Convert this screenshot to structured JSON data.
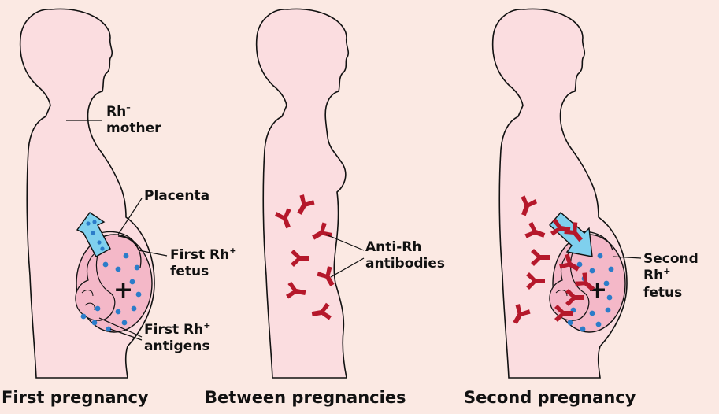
{
  "colors": {
    "background": "#fbe9e3",
    "body_fill": "#fbdde0",
    "uterus_fill": "#f4b8c8",
    "antigen_dot": "#2b7cc9",
    "antibody": "#b5182b",
    "arrow_fill": "#7fd0ee",
    "outline": "#111111"
  },
  "panels": [
    {
      "caption": "First pregnancy",
      "labels": {
        "mother_line1": "Rh",
        "mother_sup1": "–",
        "mother_line2": "mother",
        "placenta": "Placenta",
        "fetus_line1": "First Rh",
        "fetus_sup1": "+",
        "fetus_line2": "fetus",
        "antigens_line1": "First Rh",
        "antigens_sup1": "+",
        "antigens_line2": "antigens"
      }
    },
    {
      "caption": "Between pregnancies",
      "labels": {
        "antibodies_line1": "Anti-Rh",
        "antibodies_line2": "antibodies"
      }
    },
    {
      "caption": "Second pregnancy",
      "labels": {
        "fetus_line1": "Second",
        "fetus_line2": "Rh",
        "fetus_sup2": "+",
        "fetus_line3": "fetus"
      }
    }
  ]
}
